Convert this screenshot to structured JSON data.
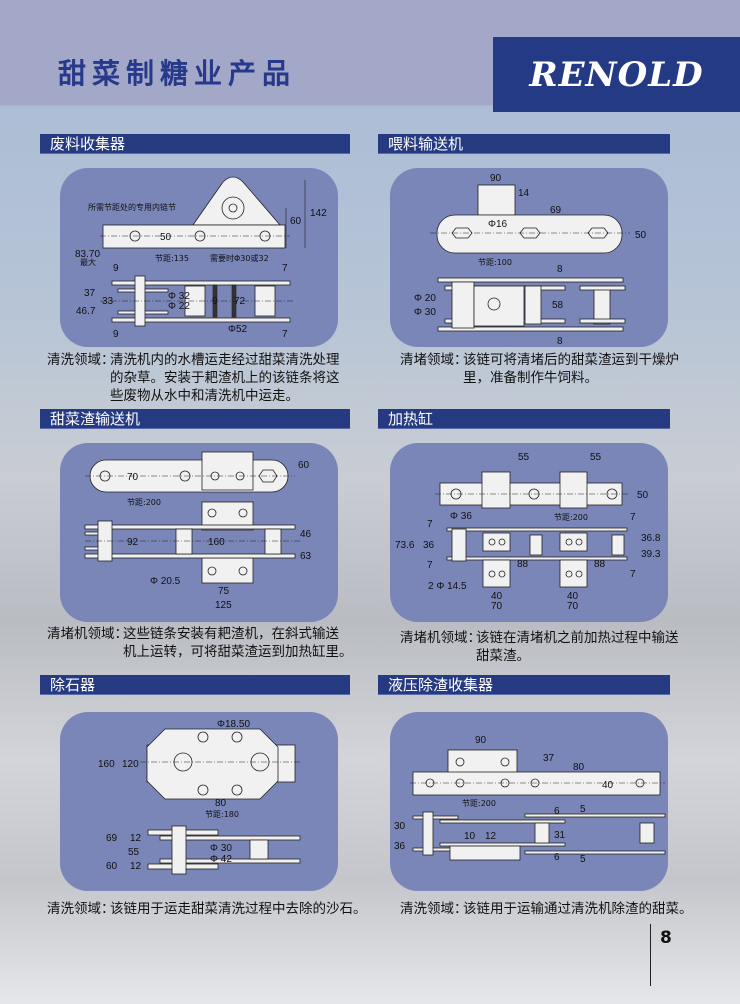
{
  "header": {
    "title": "甜菜制糖业产品",
    "logo": "RENOLD"
  },
  "page_number": "8",
  "sections": [
    {
      "title": "废料收集器",
      "dims": [
        "所需节距处的专用内链节",
        "50",
        "60",
        "142",
        "83.70",
        "最大",
        "节距:135",
        "需要时Φ30或32",
        "9",
        "7",
        "37",
        "33",
        "46.7",
        "9",
        "7",
        "Φ 32",
        "Φ 22",
        "9",
        "72",
        "Φ52"
      ],
      "caption": {
        "label": "清洗领域：",
        "lines": [
          "清洗机内的水槽运走经过甜菜清洗处理",
          "的杂草。安装于耙渣机上的该链条将这",
          "些废物从水中和清洗机中运走。"
        ]
      }
    },
    {
      "title": "喂料输送机",
      "dims": [
        "90",
        "14",
        "69",
        "Φ16",
        "50",
        "节距:100",
        "8",
        "Φ 20",
        "Φ 30",
        "58",
        "8"
      ],
      "caption": {
        "label": "清堵领域：",
        "lines": [
          "该链可将清堵后的甜菜渣运到干燥炉",
          "里，准备制作牛饲料。"
        ]
      }
    },
    {
      "title": "甜菜渣输送机",
      "dims": [
        "70",
        "60",
        "节距:200",
        "92",
        "160",
        "46",
        "63",
        "Φ 20.5",
        "75",
        "125"
      ],
      "caption": {
        "label": "清堵机领域：",
        "lines": [
          "这些链条安装有耙渣机，在斜式输送",
          "机上运转，可将甜菜渣运到加热缸里。"
        ]
      }
    },
    {
      "title": "加热缸",
      "dims": [
        "55",
        "55",
        "50",
        "Φ 36",
        "节距:200",
        "7",
        "73.6",
        "36",
        "7",
        "88",
        "88",
        "7",
        "36.8",
        "39.3",
        "7",
        "2 Φ 14.5",
        "40",
        "70",
        "40",
        "70"
      ],
      "caption": {
        "label": "清堵机领域：",
        "lines": [
          "该链在清堵机之前加热过程中输送",
          "甜菜渣。"
        ]
      }
    },
    {
      "title": "除石器",
      "dims": [
        "Φ18.50",
        "160",
        "120",
        "80",
        "节距:180",
        "69",
        "12",
        "55",
        "60",
        "12",
        "Φ 30",
        "Φ 42"
      ],
      "caption": {
        "label": "清洗领域：",
        "lines": [
          "该链用于运走甜菜清洗过程中去除的沙石。"
        ]
      }
    },
    {
      "title": "液压除渣收集器",
      "dims": [
        "90",
        "37",
        "80",
        "40",
        "节距:200",
        "6",
        "5",
        "30",
        "36",
        "10",
        "12",
        "31",
        "6",
        "5"
      ],
      "caption": {
        "label": "清洗领域：",
        "lines": [
          "该链用于运输通过清洗机除渣的甜菜。"
        ]
      }
    }
  ]
}
